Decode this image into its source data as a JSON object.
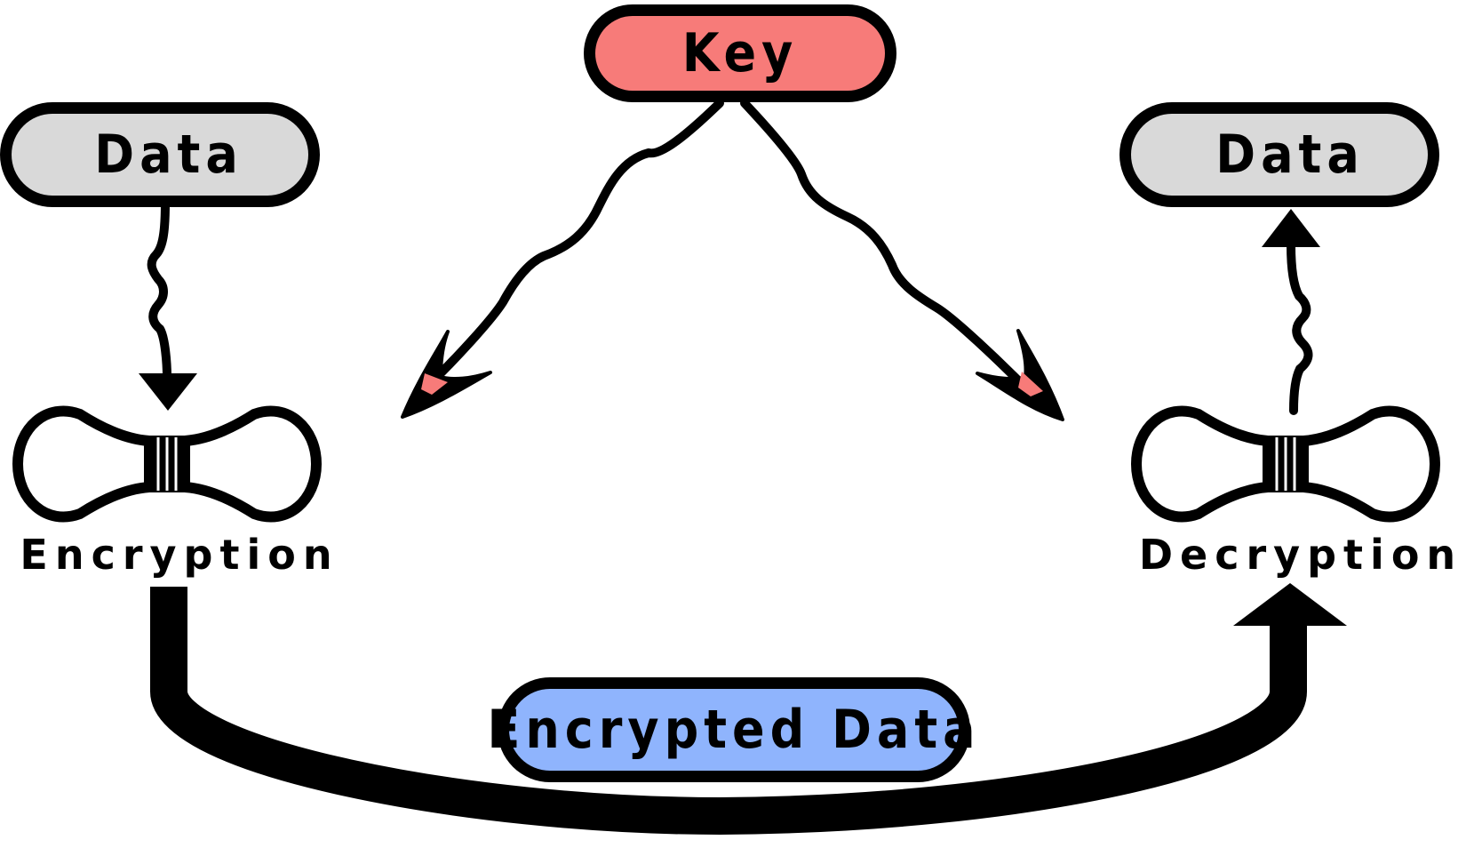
{
  "colors": {
    "key_fill": "#f77b79",
    "data_fill": "#d9d9d9",
    "encrypted_fill": "#8fb4fd",
    "stroke": "#000000",
    "background": "#ffffff"
  },
  "nodes": {
    "key": {
      "label": "Key"
    },
    "data_input": {
      "label": "Data"
    },
    "data_output": {
      "label": "Data"
    },
    "encrypted_data": {
      "label": "Encrypted Data"
    },
    "encryption": {
      "label": "Encryption",
      "icon": "bow-tie-icon"
    },
    "decryption": {
      "label": "Decryption",
      "icon": "bow-tie-icon"
    }
  },
  "edges": [
    {
      "from": "data_input",
      "to": "encryption",
      "style": "wavy-arrow"
    },
    {
      "from": "key",
      "to": "encryption",
      "style": "wavy-arrow"
    },
    {
      "from": "key",
      "to": "decryption",
      "style": "wavy-arrow"
    },
    {
      "from": "encryption",
      "to": "decryption",
      "style": "thick-arrow",
      "via": "encrypted_data"
    },
    {
      "from": "decryption",
      "to": "data_output",
      "style": "wavy-arrow"
    }
  ]
}
